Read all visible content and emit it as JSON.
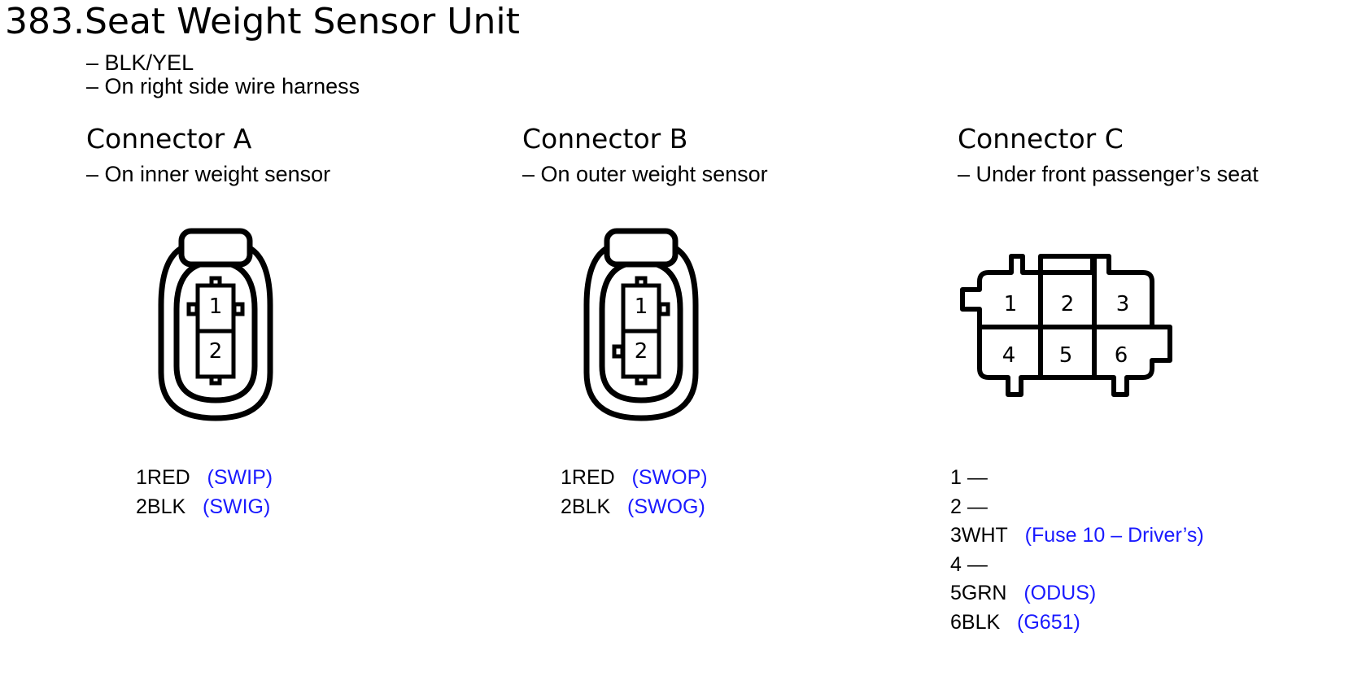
{
  "page": {
    "title": "383.Seat Weight Sensor Unit",
    "notes": [
      "– BLK/YEL",
      "– On right side wire harness"
    ]
  },
  "connectors": [
    {
      "title": "Connector A",
      "location": "– On inner weight sensor",
      "cavities": [
        "1",
        "2"
      ],
      "pins": [
        {
          "label": "1RED",
          "circuit": "(SWIP)"
        },
        {
          "label": "2BLK",
          "circuit": "(SWIG)"
        }
      ]
    },
    {
      "title": "Connector B",
      "location": "– On outer weight sensor",
      "cavities": [
        "1",
        "2"
      ],
      "pins": [
        {
          "label": "1RED",
          "circuit": "(SWOP)"
        },
        {
          "label": "2BLK",
          "circuit": "(SWOG)"
        }
      ]
    },
    {
      "title": "Connector C",
      "location": "– Under front passenger’s seat",
      "cavities": [
        "1",
        "2",
        "3",
        "4",
        "5",
        "6"
      ],
      "pins": [
        {
          "label": "1 —",
          "circuit": ""
        },
        {
          "label": "2 —",
          "circuit": ""
        },
        {
          "label": "3WHT",
          "circuit": "(Fuse 10 – Driver’s)"
        },
        {
          "label": "4 —",
          "circuit": ""
        },
        {
          "label": "5GRN",
          "circuit": "(ODUS)"
        },
        {
          "label": "6BLK",
          "circuit": "(G651)"
        }
      ]
    }
  ],
  "colors": {
    "text": "#000000",
    "circuit": "#1a1aff",
    "outline": "#000000"
  }
}
